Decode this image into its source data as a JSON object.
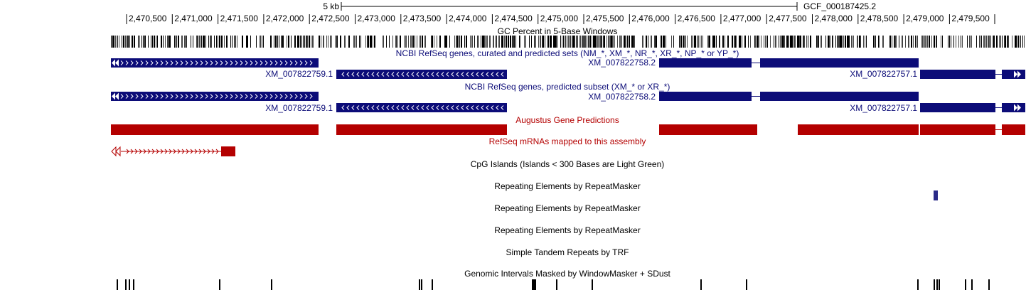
{
  "assembly": "GCF_000187425.2",
  "scale": {
    "label": "5 kb"
  },
  "ruler": {
    "ticks": [
      "2,470,500",
      "2,471,000",
      "2,471,500",
      "2,472,000",
      "2,472,500",
      "2,473,000",
      "2,473,500",
      "2,474,000",
      "2,474,500",
      "2,475,000",
      "2,475,500",
      "2,476,000",
      "2,476,500",
      "2,477,000",
      "2,477,500",
      "2,478,000",
      "2,478,500",
      "2,479,000",
      "2,479,500"
    ]
  },
  "tracks": {
    "gc": {
      "title": "GC Percent in 5-Base Windows"
    },
    "refseq_all": {
      "title": "NCBI RefSeq genes, curated and predicted sets (NM_*, XM_*, NR_*, XR_*, NP_* or YP_*)",
      "labels": {
        "gene_759": "XM_007822759.1",
        "gene_758": "XM_007822758.2",
        "gene_757": "XM_007822757.1"
      }
    },
    "refseq_predicted": {
      "title": "NCBI RefSeq genes, predicted subset (XM_* or XR_*)",
      "labels": {
        "gene_759": "XM_007822759.1",
        "gene_758": "XM_007822758.2",
        "gene_757": "XM_007822757.1"
      }
    },
    "augustus": {
      "title": "Augustus Gene Predictions"
    },
    "refseq_mrna": {
      "title": "RefSeq mRNAs mapped to this assembly"
    },
    "cpg": {
      "title": "CpG Islands (Islands < 300 Bases are Light Green)"
    },
    "repeatmasker_1": {
      "title": "Repeating Elements by RepeatMasker"
    },
    "repeatmasker_2": {
      "title": "Repeating Elements by RepeatMasker"
    },
    "repeatmasker_3": {
      "title": "Repeating Elements by RepeatMasker"
    },
    "trf": {
      "title": "Simple Tandem Repeats by TRF"
    },
    "windowmasker": {
      "title": "Genomic Intervals Masked by WindowMasker + SDust"
    }
  },
  "colors": {
    "refseq": "#0c0c78",
    "augustus": "#b40000",
    "repeat": "#2a2a88",
    "text": "#000000"
  }
}
